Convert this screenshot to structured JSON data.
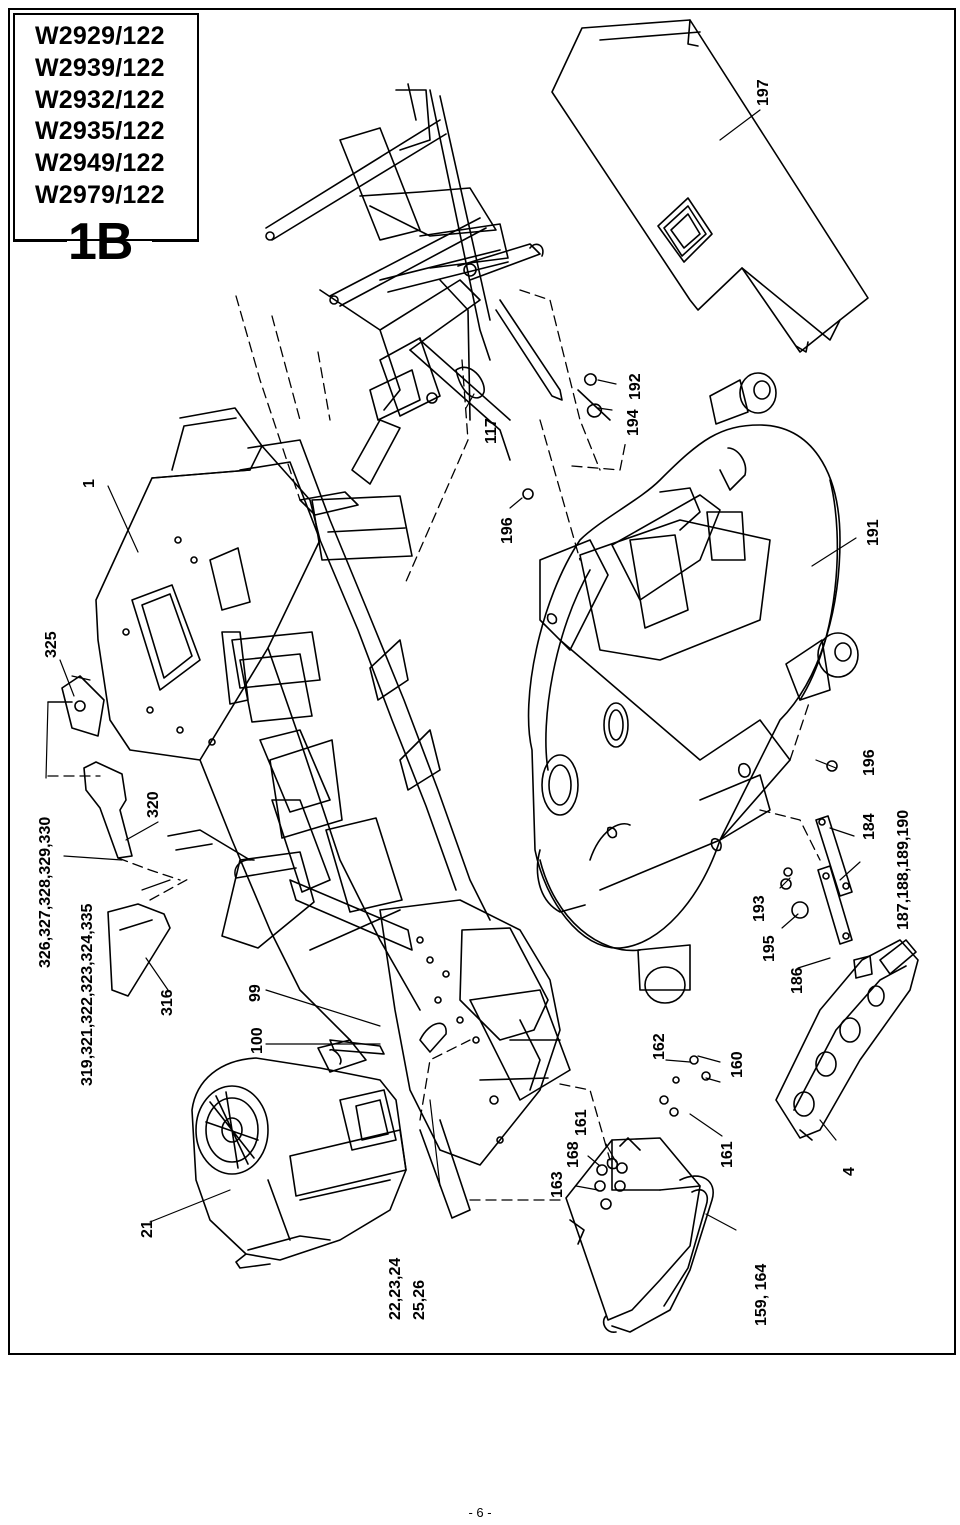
{
  "header": {
    "models": [
      "W2929/122",
      "W2939/122",
      "W2932/122",
      "W2935/122",
      "W2949/122",
      "W2979/122"
    ],
    "page_code": "1B"
  },
  "callouts": {
    "c1": "1",
    "c4": "4",
    "c21": "21",
    "c22": "22,23,24",
    "c25": "25,26",
    "c99": "99",
    "c100": "100",
    "c117": "117",
    "c159": "159, 164",
    "c160": "160",
    "c161a": "161",
    "c161b": "161",
    "c162": "162",
    "c163": "163",
    "c168": "168",
    "c184": "184",
    "c186": "186",
    "c187": "187,188,189,190",
    "c191": "191",
    "c192": "192",
    "c193": "193",
    "c194": "194",
    "c195": "195",
    "c196a": "196",
    "c196b": "196",
    "c197": "197",
    "c316": "316",
    "c319": "319,321,322,323,324,335",
    "c320": "320",
    "c325": "325",
    "c326": "326,327,328,329,330"
  },
  "footer": {
    "page_number": "- 6 -"
  }
}
